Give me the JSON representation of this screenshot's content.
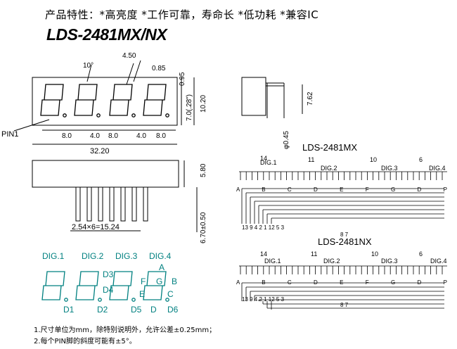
{
  "features": "产品特性：*高亮度 *工作可靠，寿命长 *低功耗 *兼容IC",
  "model_title": "LDS-2481MX/NX",
  "front": {
    "dims_top": [
      "10°",
      "4.50",
      "0.85",
      "0.95"
    ],
    "dims_right": [
      "7.0(.28\")",
      "10.20"
    ],
    "dims_bottom": [
      "8.0",
      "4.0",
      "8.0",
      "4.0",
      "8.0"
    ],
    "overall_width": "32.20",
    "pin1_label": "PIN1"
  },
  "bottom_view": {
    "height": "5.80",
    "pin_length": "6.70±0.50",
    "pin_pitch": "2.54×6=15.24"
  },
  "side_view": {
    "depth": "7.62",
    "pin_dia": "φ0.45"
  },
  "segment_diagram": {
    "digits": [
      "DIG.1",
      "DIG.2",
      "DIG.3",
      "DIG.4"
    ],
    "seg_labels": [
      "A",
      "B",
      "C",
      "E",
      "F",
      "G"
    ],
    "dp_labels": [
      "D1",
      "D2",
      "D5",
      "D",
      "D6",
      "D3",
      "D4"
    ]
  },
  "circuits": [
    {
      "title": "LDS-2481MX",
      "dig_labels": [
        "DIG.1",
        "DIG.2",
        "DIG.3",
        "DIG.4"
      ],
      "dig_pins": [
        "14",
        "11",
        "10",
        "6"
      ],
      "seg_letters": "A B C D E F G D P",
      "bottom_pins": "13 9 4 2 1 12 5 3",
      "dp_pins": "8 7"
    },
    {
      "title": "LDS-2481NX",
      "dig_labels": [
        "DIG.1",
        "DIG.2",
        "DIG.3",
        "DIG.4"
      ],
      "dig_pins": [
        "14",
        "11",
        "10",
        "6"
      ],
      "seg_letters": "A B C D E F G D P",
      "bottom_pins": "13 9 4 2 1 12 5 3",
      "dp_pins": "8 7"
    }
  ],
  "notes": [
    "1.尺寸单位为mm，除特别说明外，允许公差±0.25mm；",
    "2.每个PIN脚的斜度可能有±5°。"
  ]
}
